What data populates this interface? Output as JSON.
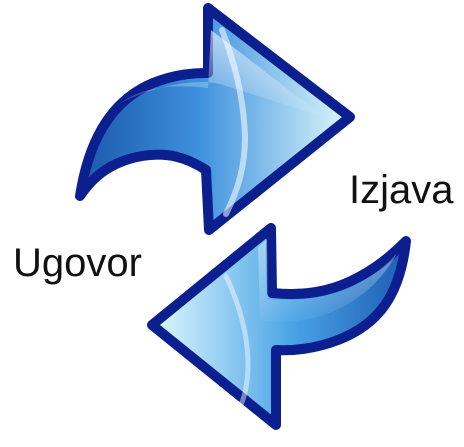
{
  "diagram": {
    "labels": {
      "top_right": "Izjava",
      "left": "Ugovor"
    },
    "arrows": [
      {
        "direction": "right",
        "icon": "curved-arrow-right-icon"
      },
      {
        "direction": "left",
        "icon": "curved-arrow-left-icon"
      }
    ],
    "colors": {
      "outline": "#0b1f8f",
      "fill_dark": "#1f5fb5",
      "fill_mid": "#4b9ae0",
      "fill_light": "#d8f5fb"
    }
  }
}
